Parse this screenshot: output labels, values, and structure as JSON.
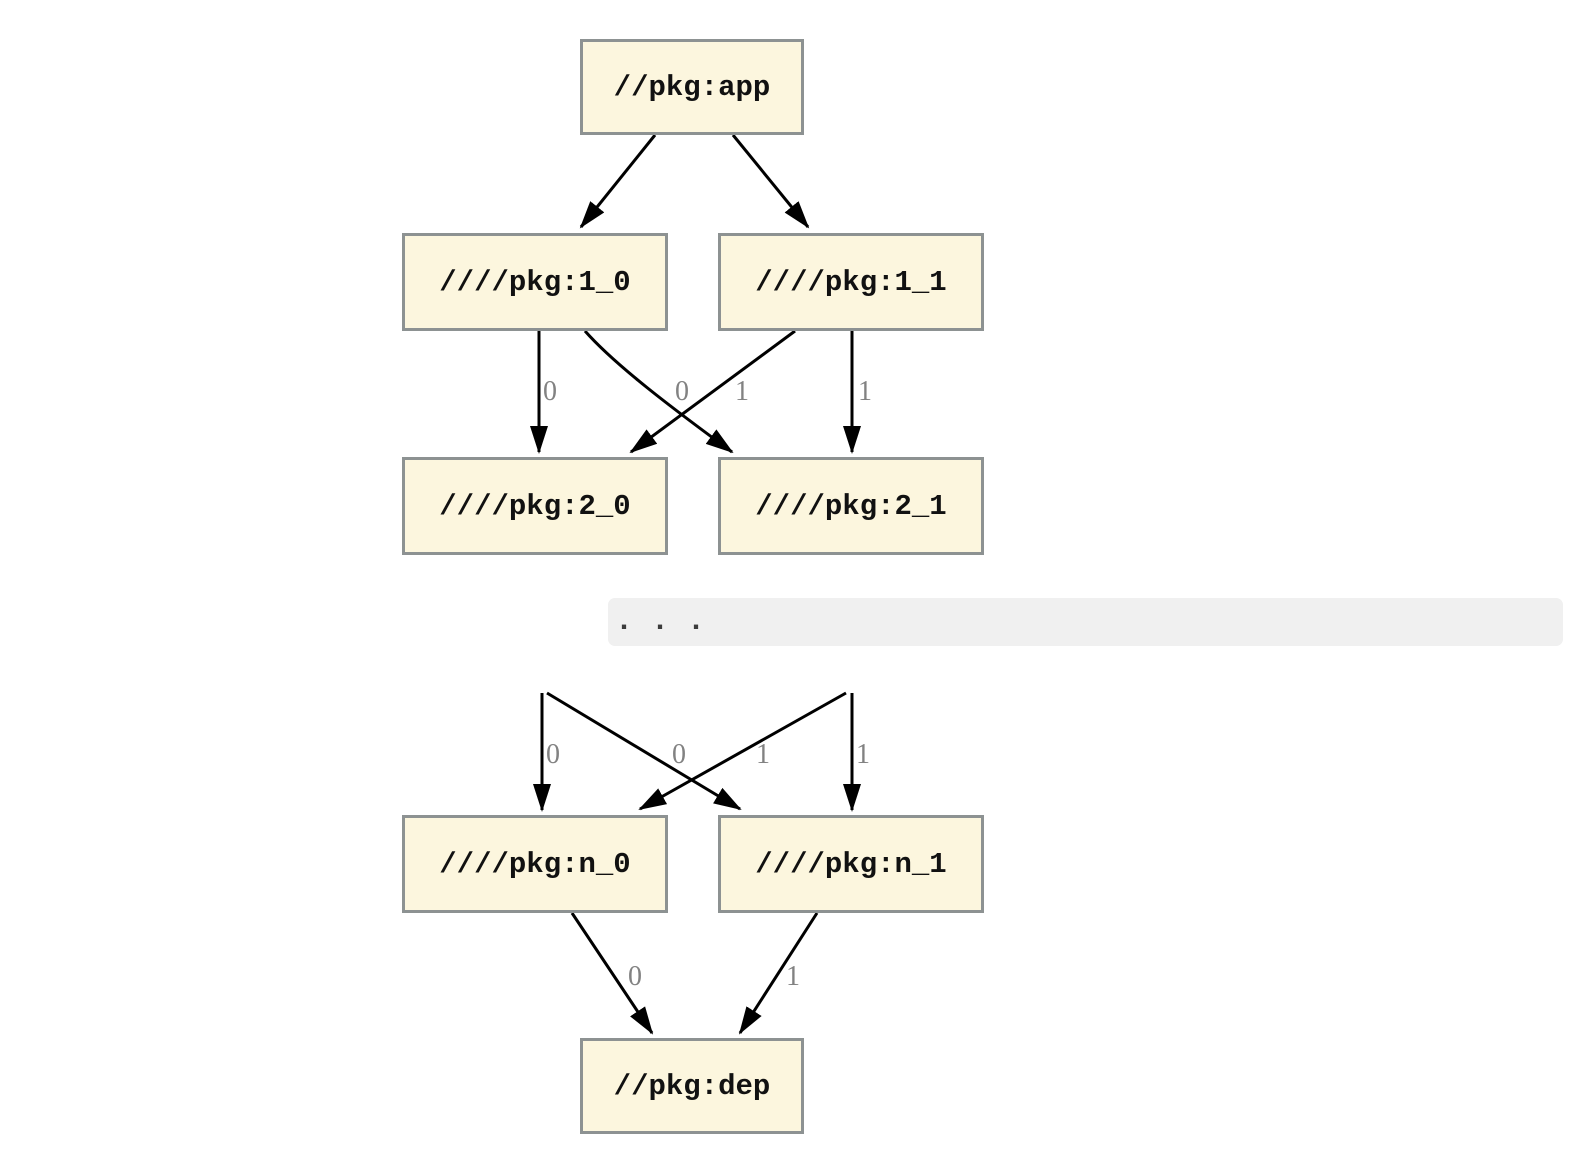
{
  "style": {
    "background": "#ffffff",
    "node_fill": "#fcf6de",
    "node_border": "#8d9292",
    "node_text": "#111111",
    "edge_color": "#000000",
    "edge_label_color": "#828282",
    "band_fill": "#f0f0f0",
    "ellipsis_color": "#3c3c3c"
  },
  "nodes": {
    "app": {
      "label": "//pkg:app"
    },
    "pkg1_0": {
      "label": "////pkg:1_0"
    },
    "pkg1_1": {
      "label": "////pkg:1_1"
    },
    "pkg2_0": {
      "label": "////pkg:2_0"
    },
    "pkg2_1": {
      "label": "////pkg:2_1"
    },
    "pkgn_0": {
      "label": "////pkg:n_0"
    },
    "pkgn_1": {
      "label": "////pkg:n_1"
    },
    "dep": {
      "label": "//pkg:dep"
    }
  },
  "ellipsis": ". . .",
  "edges": [
    {
      "from": "app",
      "to": "pkg1_0",
      "label": ""
    },
    {
      "from": "app",
      "to": "pkg1_1",
      "label": ""
    },
    {
      "from": "pkg1_0",
      "to": "pkg2_0",
      "label": "0"
    },
    {
      "from": "pkg1_1",
      "to": "pkg2_0",
      "label": "0"
    },
    {
      "from": "pkg1_0",
      "to": "pkg2_1",
      "label": "1"
    },
    {
      "from": "pkg1_1",
      "to": "pkg2_1",
      "label": "1"
    },
    {
      "from": "elided_left",
      "to": "pkgn_0",
      "label": "0"
    },
    {
      "from": "elided_right",
      "to": "pkgn_0",
      "label": "0"
    },
    {
      "from": "elided_left",
      "to": "pkgn_1",
      "label": "1"
    },
    {
      "from": "elided_right",
      "to": "pkgn_1",
      "label": "1"
    },
    {
      "from": "pkgn_0",
      "to": "dep",
      "label": "0"
    },
    {
      "from": "pkgn_1",
      "to": "dep",
      "label": "1"
    }
  ]
}
